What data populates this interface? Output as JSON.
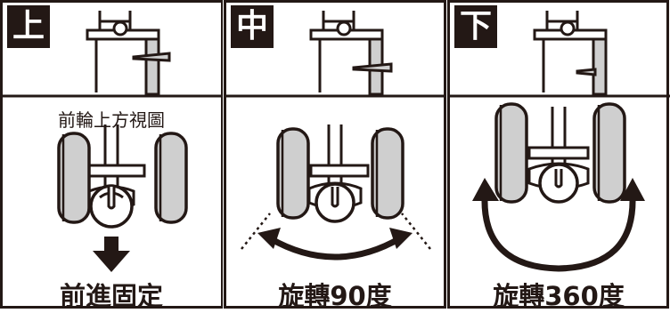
{
  "panels": [
    {
      "badge": "上",
      "caption": "前進固定",
      "sublabel": "前輪上方視圖"
    },
    {
      "badge": "中",
      "caption": "旋轉90度"
    },
    {
      "badge": "下",
      "caption": "旋轉360度"
    }
  ],
  "colors": {
    "ink": "#231815",
    "wheel": "#cfcfcf",
    "arrow": "#231815"
  },
  "icons": [
    "down-arrow-icon",
    "curved-double-arrow-icon",
    "circular-double-arrow-icon"
  ]
}
